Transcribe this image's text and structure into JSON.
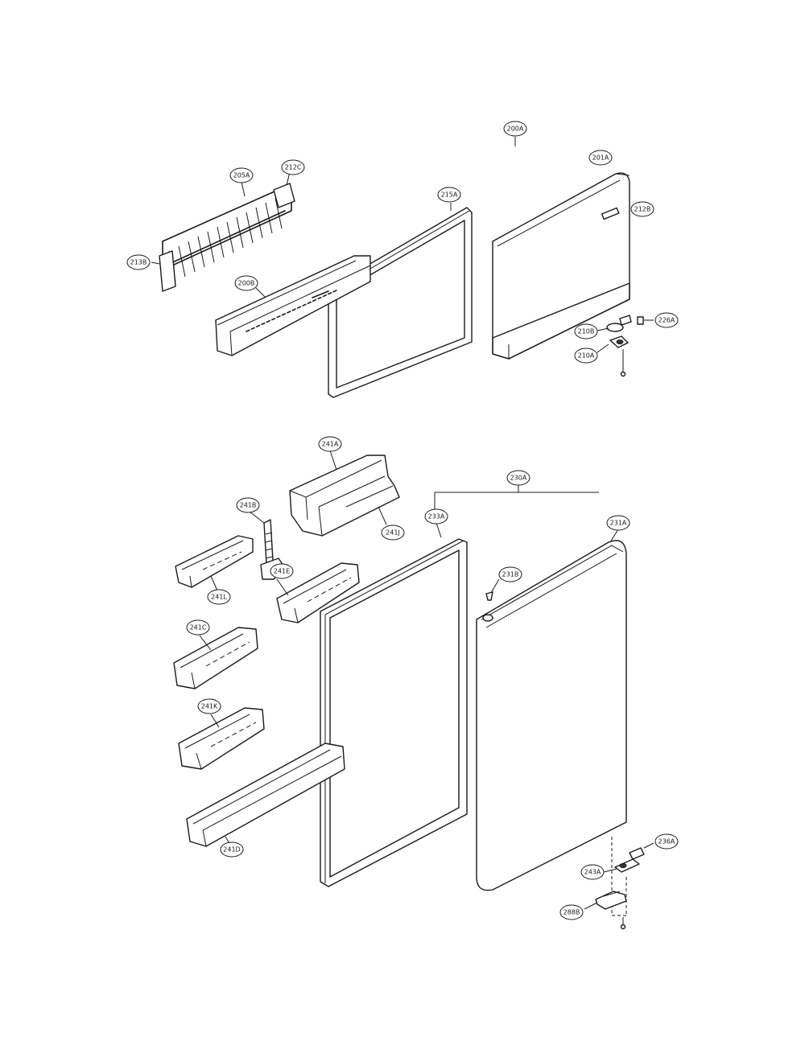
{
  "callouts": {
    "c200a_top": "200A",
    "c201a_top": "201A",
    "c212b": "212B",
    "c205a": "205A",
    "c212c": "212C",
    "c213b": "213B",
    "c200b": "200B",
    "c215a": "215A",
    "c210b": "210B",
    "c210a": "210A",
    "c226a": "226A",
    "c241a": "241A",
    "c241b": "241B",
    "c241j_top": "241J",
    "c241e": "241E",
    "c241l": "241L",
    "c241c": "241C",
    "c241k": "241K",
    "c241d": "241D",
    "c230a": "230A",
    "c233a": "233A",
    "c231a": "231A",
    "c231b": "231B",
    "c236a": "236A",
    "c243a": "243A",
    "c288b": "288B"
  }
}
